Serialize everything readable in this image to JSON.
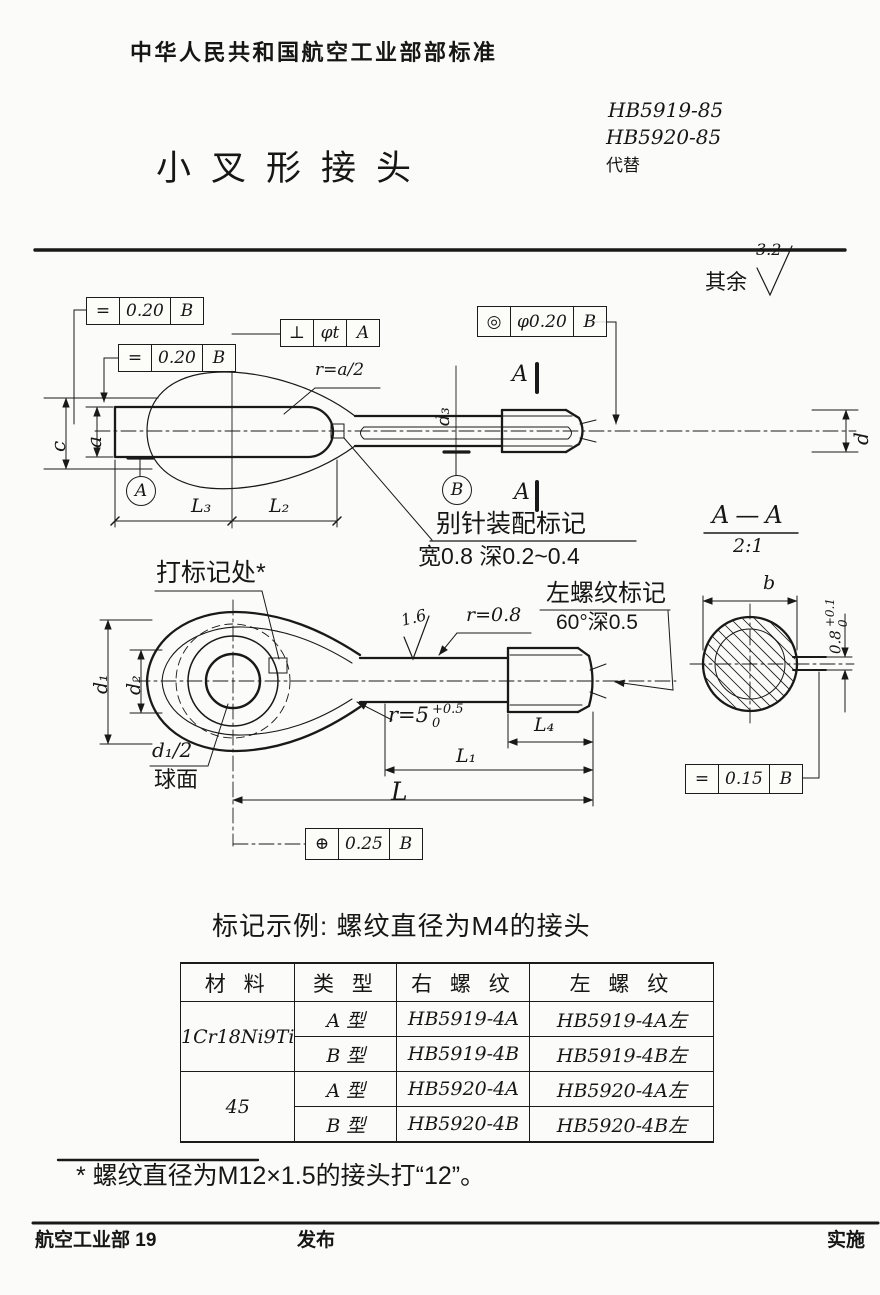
{
  "header": {
    "org": "中华人民共和国航空工业部部标准",
    "code_1": "HB5919-85",
    "code_2": "HB5920-85",
    "supersede": "代替",
    "title": "小叉形接头"
  },
  "surface": {
    "rest_label": "其余",
    "rest_value": "3.2",
    "shaft_value": "1.6"
  },
  "fcf": {
    "sym_outer": {
      "symbol": "=",
      "tol": "0.20",
      "datum": "B"
    },
    "sym_inner": {
      "symbol": "=",
      "tol": "0.20",
      "datum": "B"
    },
    "perp": {
      "symbol": "⊥",
      "tol": "φt",
      "datum": "A"
    },
    "conc": {
      "symbol": "◎",
      "tol": "φ0.20",
      "datum": "B"
    },
    "pos": {
      "symbol": "⊕",
      "tol": "0.25",
      "datum": "B"
    },
    "sym_slot": {
      "symbol": "=",
      "tol": "0.15",
      "datum": "B"
    }
  },
  "upper_view": {
    "radius_head": "r=a/2",
    "dim_c": "c",
    "dim_a": "a",
    "dim_d3": "d₃",
    "dim_d": "d",
    "dim_l3": "L₃",
    "dim_l2": "L₂",
    "datum_a": "A",
    "datum_b": "B",
    "section_letter_top": "A",
    "section_letter_bottom": "A",
    "pin_note_1": "别针装配标记",
    "pin_note_2": "宽0.8 深0.2~0.4"
  },
  "lower_view": {
    "mark_spot": "打标记处*",
    "dim_d1": "d₁",
    "dim_d2": "d₂",
    "sphere_dim": "d₁/2",
    "sphere_label": "球面",
    "radius_step": "r=0.8",
    "left_thread_1": "左螺纹标记",
    "left_thread_2": "60°深0.5",
    "radius_neck": "r=5",
    "radius_neck_sup": "+0.5",
    "radius_neck_sub": "0",
    "dim_l4": "L₄",
    "dim_l1": "L₁",
    "dim_l": "L"
  },
  "section_view": {
    "title": "A—A",
    "scale": "2:1",
    "dim_b": "b",
    "slot_base": "0.8",
    "slot_sup": "+0.1",
    "slot_sub": "0"
  },
  "table": {
    "caption": "标记示例: 螺纹直径为M4的接头",
    "headers": [
      "材  料",
      "类  型",
      "右 螺 纹",
      "左 螺 纹"
    ],
    "rows": [
      {
        "material": "1Cr18Ni9Ti",
        "type": "A  型",
        "right": "HB5919-4A",
        "left": "HB5919-4A左"
      },
      {
        "type": "B  型",
        "right": "HB5919-4B",
        "left": "HB5919-4B左"
      },
      {
        "material": "45",
        "type": "A  型",
        "right": "HB5920-4A",
        "left": "HB5920-4A左"
      },
      {
        "type": "B  型",
        "right": "HB5920-4B",
        "left": "HB5920-4B左"
      }
    ]
  },
  "footnote": "* 螺纹直径为M12×1.5的接头打“12”。",
  "footer": {
    "left": "航空工业部  19",
    "center": "发布",
    "right": "实施"
  }
}
